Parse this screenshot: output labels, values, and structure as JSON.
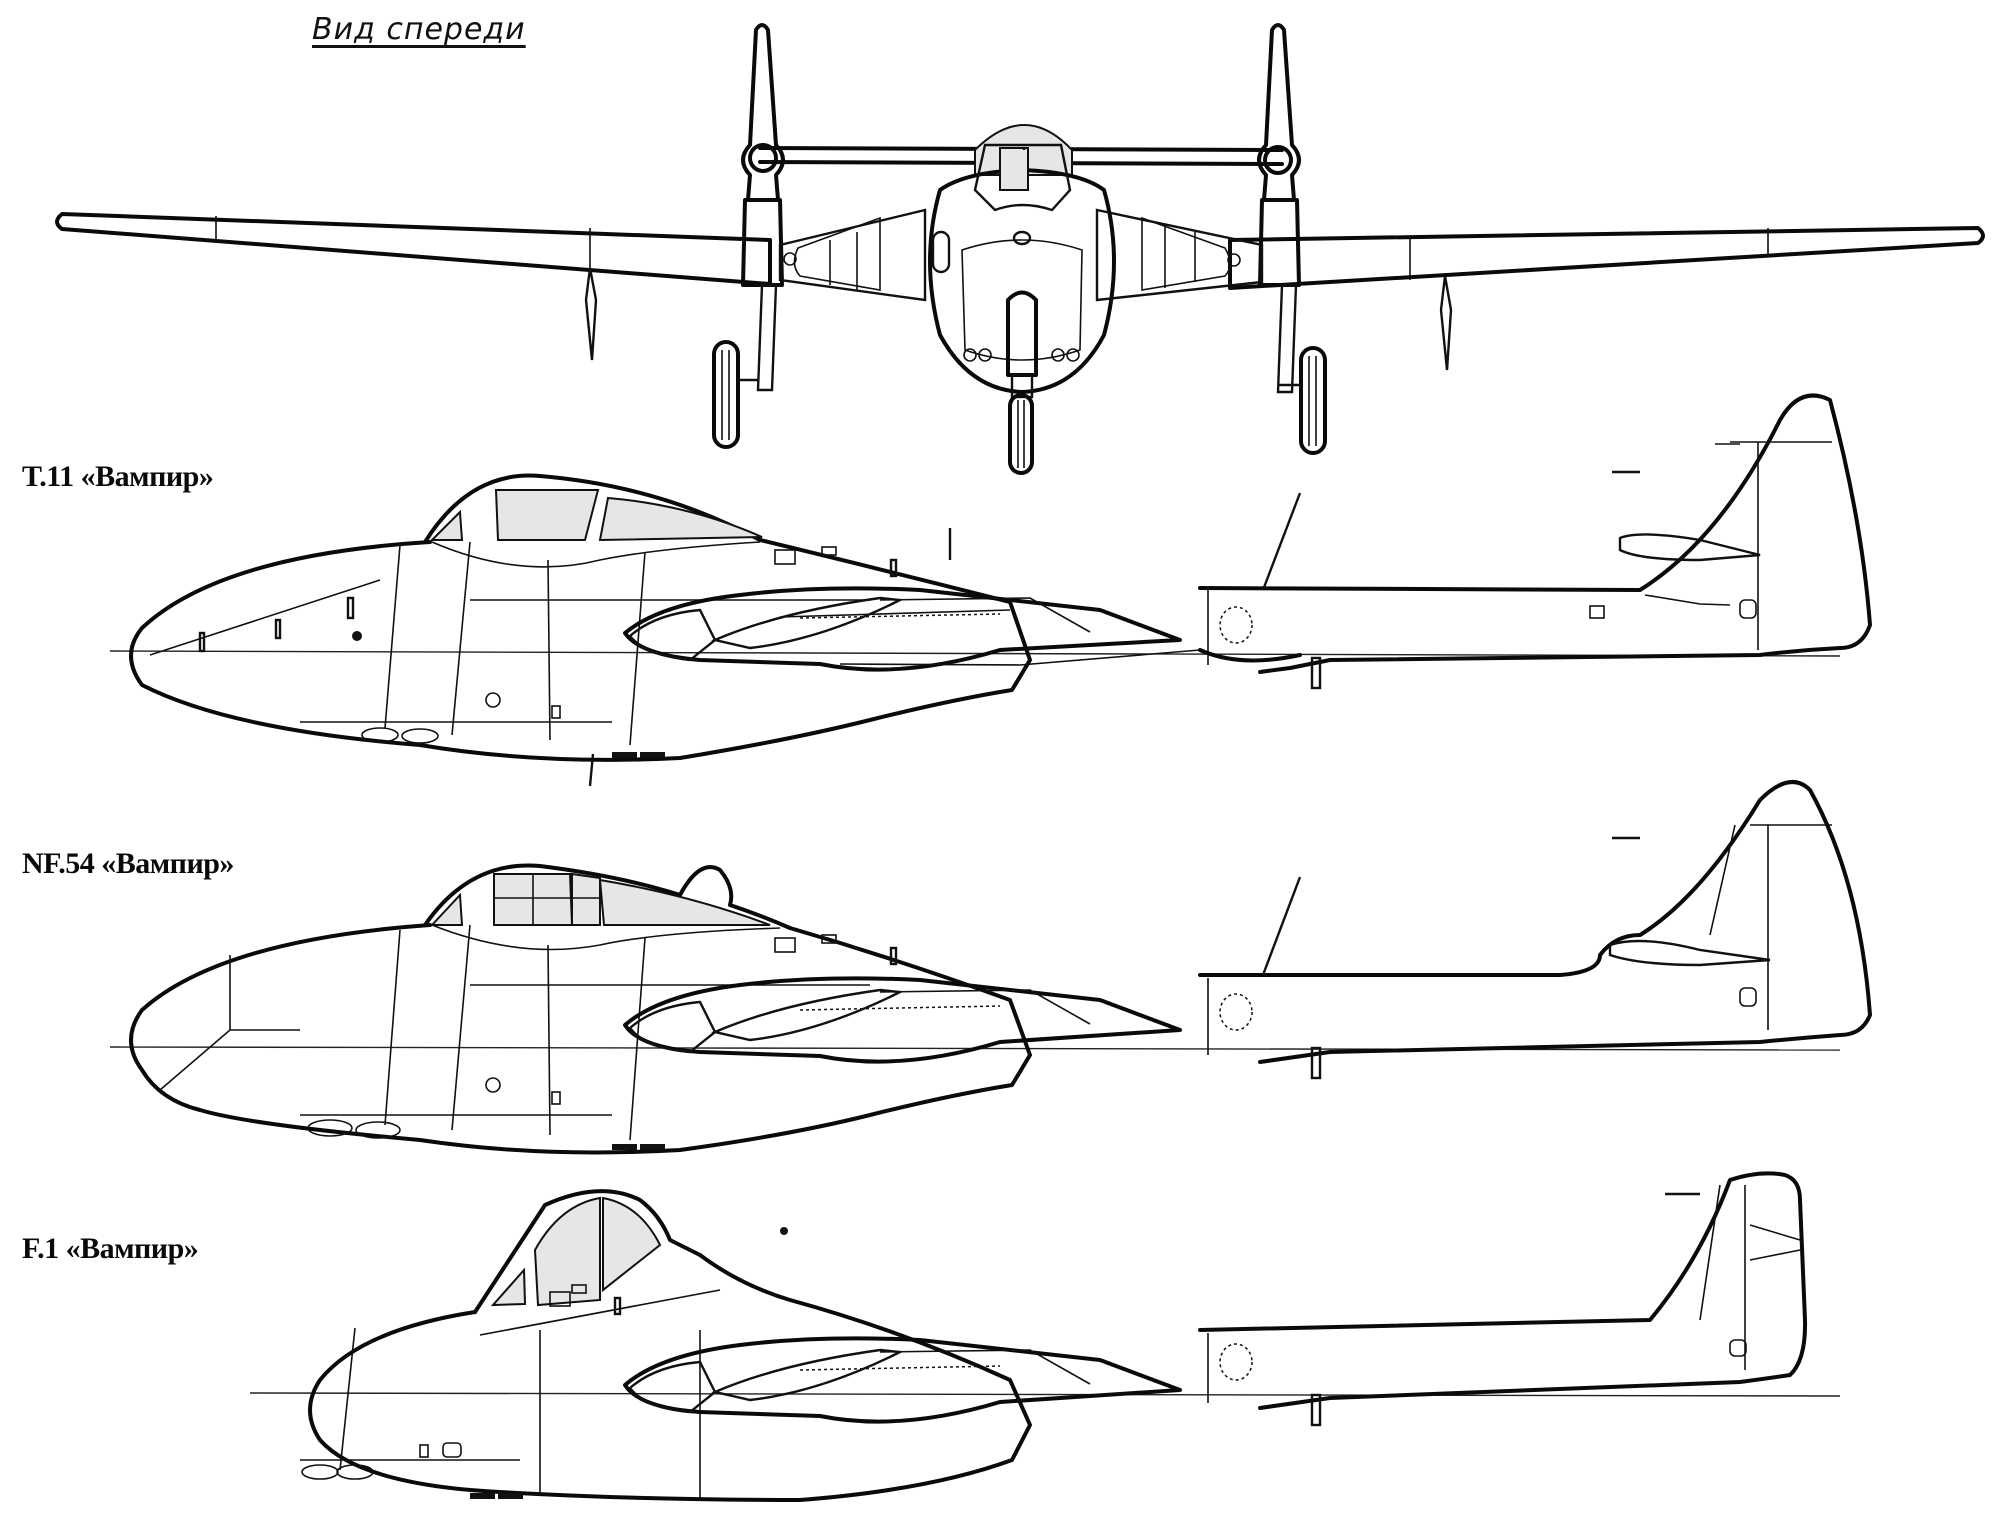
{
  "page": {
    "front_view_caption": "Вид спереди",
    "aircraft": [
      {
        "label": "T.11 «Вампир»",
        "variant": "T.11",
        "view": "side"
      },
      {
        "label": "NF.54 «Вампир»",
        "variant": "NF.54",
        "view": "side"
      },
      {
        "label": "F.1 «Вампир»",
        "variant": "F.1",
        "view": "side"
      }
    ]
  },
  "colors": {
    "line": "#0a0a0a",
    "background": "#ffffff",
    "canopy_glass": "#e6e6e6"
  }
}
